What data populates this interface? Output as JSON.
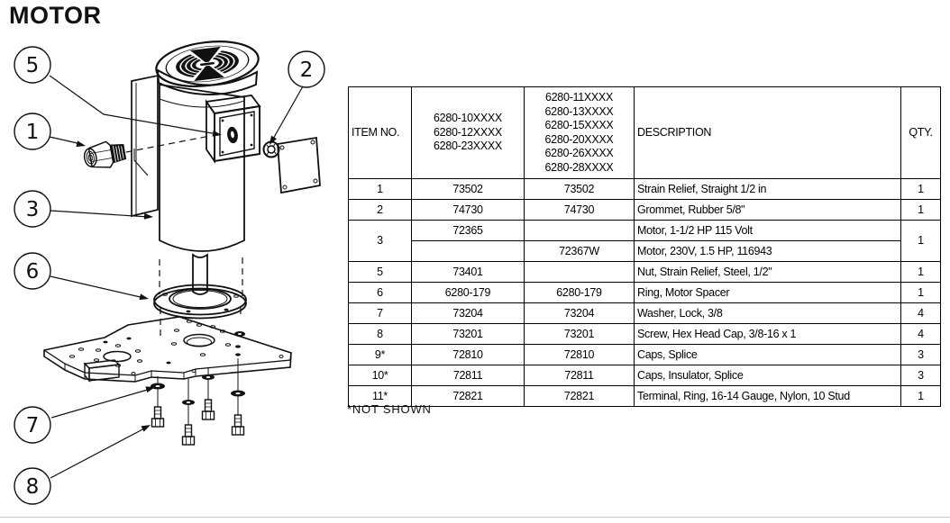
{
  "page": {
    "title": "MOTOR",
    "footnote": "*NOT SHOWN"
  },
  "colors": {
    "ink": "#111111",
    "background": "#ffffff",
    "bottom_rule": "#c6c6c6"
  },
  "diagram": {
    "description_hint": "Exploded isometric view of motor assembly with numbered callout balloons",
    "callouts": [
      {
        "label": "5"
      },
      {
        "label": "1"
      },
      {
        "label": "3"
      },
      {
        "label": "6"
      },
      {
        "label": "7"
      },
      {
        "label": "8"
      },
      {
        "label": "2"
      }
    ]
  },
  "table": {
    "headers": {
      "item_no": "ITEM NO.",
      "model_group_a": [
        "6280-10XXXX",
        "6280-12XXXX",
        "6280-23XXXX"
      ],
      "model_group_b": [
        "6280-11XXXX",
        "6280-13XXXX",
        "6280-15XXXX",
        "6280-20XXXX",
        "6280-26XXXX",
        "6280-28XXXX"
      ],
      "description": "DESCRIPTION",
      "qty": "QTY."
    },
    "rows": [
      {
        "item": "1",
        "col_a": "73502",
        "col_b": "73502",
        "desc": "Strain Relief, Straight 1/2 in",
        "qty": "1"
      },
      {
        "item": "2",
        "col_a": "74730",
        "col_b": "74730",
        "desc": "Grommet, Rubber 5/8\"",
        "qty": "1"
      },
      {
        "item": "3",
        "col_a": "72365",
        "col_b": "",
        "desc": "Motor, 1-1/2 HP 115 Volt",
        "qty": "1"
      },
      {
        "item": "",
        "col_a": "",
        "col_b": "72367W",
        "desc": "Motor, 230V, 1.5 HP, 116943",
        "qty": ""
      },
      {
        "item": "5",
        "col_a": "73401",
        "col_b": "",
        "desc": "Nut, Strain Relief, Steel, 1/2\"",
        "qty": "1"
      },
      {
        "item": "6",
        "col_a": "6280-179",
        "col_b": "6280-179",
        "desc": "Ring, Motor Spacer",
        "qty": "1"
      },
      {
        "item": "7",
        "col_a": "73204",
        "col_b": "73204",
        "desc": "Washer, Lock, 3/8",
        "qty": "4"
      },
      {
        "item": "8",
        "col_a": "73201",
        "col_b": "73201",
        "desc": "Screw, Hex Head Cap, 3/8-16 x 1",
        "qty": "4"
      },
      {
        "item": "9*",
        "col_a": "72810",
        "col_b": "72810",
        "desc": "Caps, Splice",
        "qty": "3"
      },
      {
        "item": "10*",
        "col_a": "72811",
        "col_b": "72811",
        "desc": "Caps, Insulator, Splice",
        "qty": "3"
      },
      {
        "item": "11*",
        "col_a": "72821",
        "col_b": "72821",
        "desc": "Terminal, Ring, 16-14 Gauge, Nylon, 10 Stud",
        "qty": "1"
      }
    ]
  }
}
